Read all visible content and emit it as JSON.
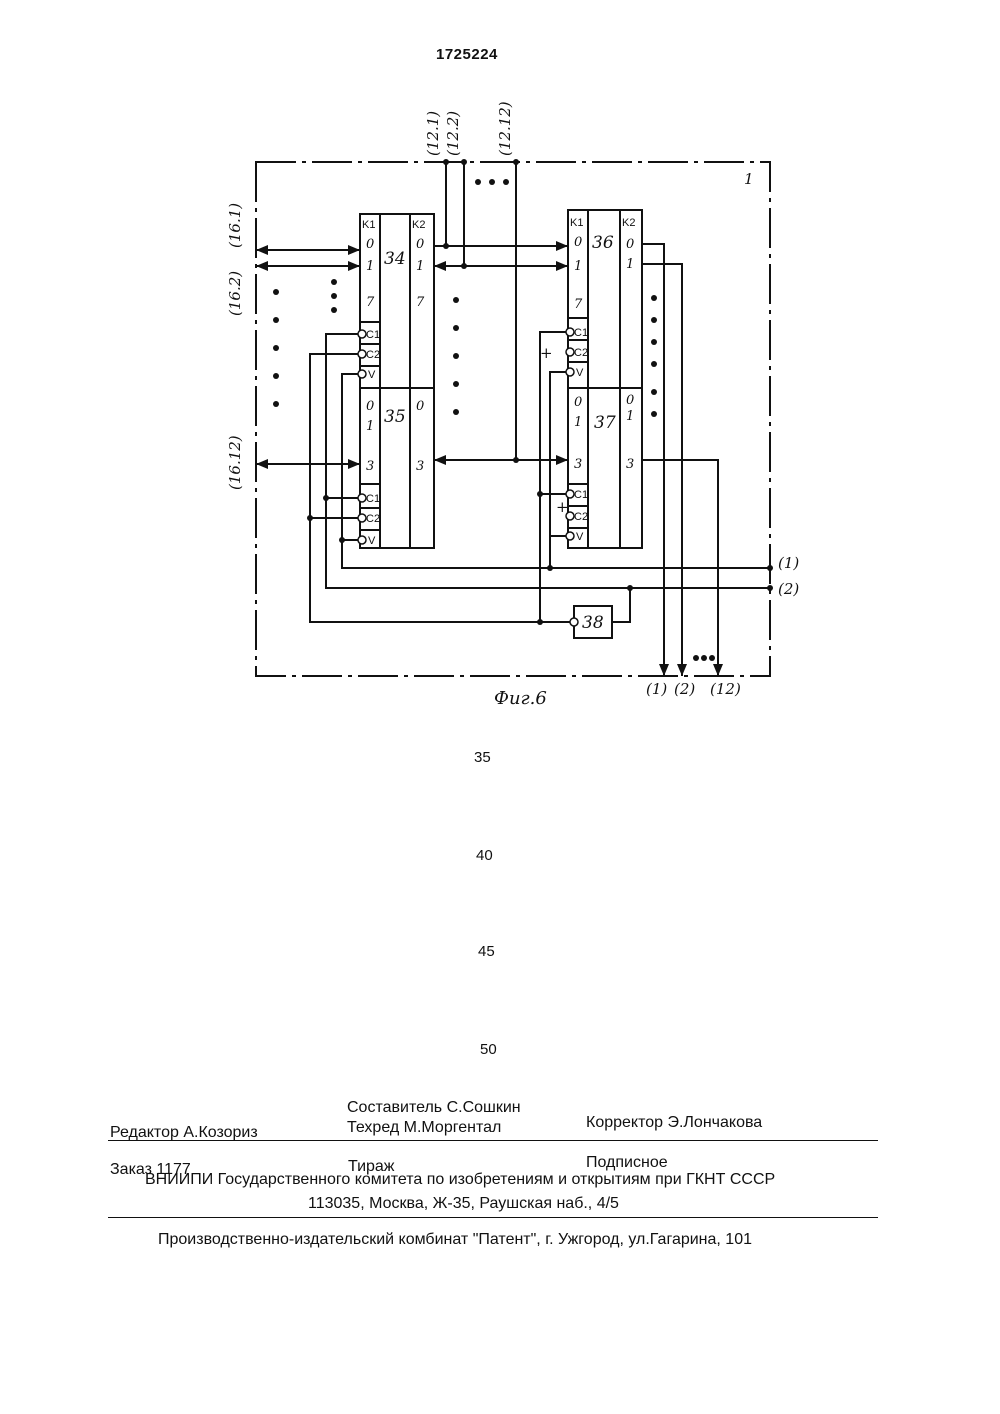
{
  "header": {
    "patent_number": "1725224"
  },
  "figure": {
    "caption": "Фиг.6",
    "block_label": "1",
    "top_buses": [
      "(12.1)",
      "(12.2)",
      "(12.12)"
    ],
    "left_buses": [
      "(16.1)",
      "(16.2)",
      "(16.12)"
    ],
    "right_inputs": [
      "(1)",
      "(2)"
    ],
    "bottom_outputs": [
      "(1)",
      "(2)",
      "(12)"
    ],
    "units": {
      "u34": "34",
      "u35": "35",
      "u36": "36",
      "u37": "37",
      "u38": "38"
    },
    "pins": {
      "k1": "K1",
      "k2": "K2",
      "d0": "0",
      "d1": "1",
      "d7": "7",
      "d3": "3",
      "c1": "C1",
      "c2": "C2",
      "v": "V",
      "plus": "+"
    }
  },
  "line_numbers": [
    "35",
    "40",
    "45",
    "50"
  ],
  "colophon": {
    "editor": "Редактор А.Козориз",
    "composer": "Составитель С.Сошкин",
    "techred": "Техред М.Моргентал",
    "corrector": "Корректор Э.Лончакова",
    "order": "Заказ 1177",
    "circulation": "Тираж",
    "subscription": "Подписное",
    "org": "ВНИИПИ Государственного комитета по изобретениям и открытиям при ГКНТ СССР",
    "address": "113035, Москва, Ж-35, Раушская наб., 4/5",
    "plant": "Производственно-издательский комбинат \"Патент\", г. Ужгород, ул.Гагарина, 101"
  }
}
